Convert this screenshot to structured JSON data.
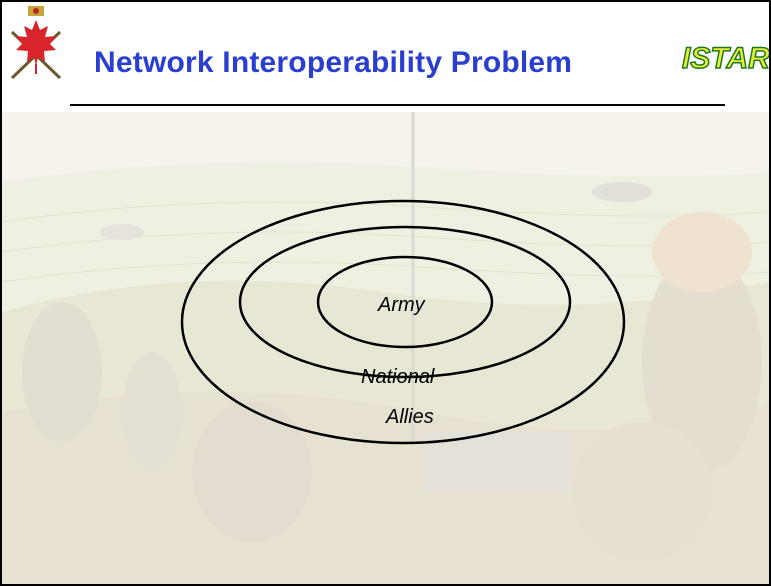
{
  "slide": {
    "title": "Network Interoperability Problem",
    "logo_text": "ISTAR",
    "emblem": "canadian-army-badge"
  },
  "diagram": {
    "rings": [
      {
        "label": "Army"
      },
      {
        "label": "National"
      },
      {
        "label": "Allies"
      }
    ]
  },
  "colors": {
    "title": "#2a3ecf",
    "logo_fill": "#e9ee3a",
    "logo_outline": "#1f7a1f",
    "rings": "#000000"
  }
}
